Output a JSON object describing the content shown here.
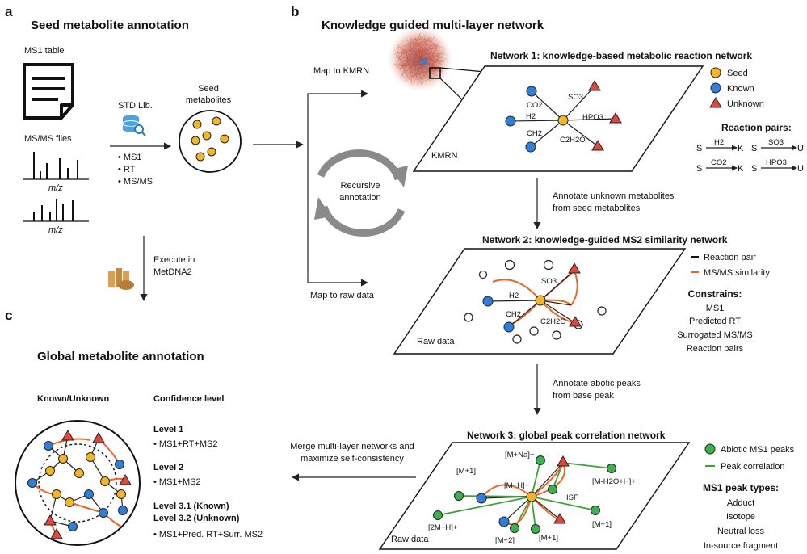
{
  "panel_a": {
    "letter": "a",
    "title": "Seed metabolite annotation",
    "ms1_table": "MS1 table",
    "msms_files": "MS/MS files",
    "mz_label": "m/z",
    "std_lib": "STD Lib.",
    "std_items": [
      "• MS1",
      "• RT",
      "• MS/MS"
    ],
    "seed_label_1": "Seed",
    "seed_label_2": "metabolites",
    "execute_1": "Execute in",
    "execute_2": "MetDNA2"
  },
  "panel_b": {
    "letter": "b",
    "title": "Knowledge guided multi-layer network",
    "map_kmrn": "Map to KMRN",
    "map_raw": "Map to raw data",
    "recursive_1": "Recursive",
    "recursive_2": "annotation",
    "network1": {
      "title": "Network 1: knowledge-based metabolic reaction network",
      "plane_label": "KMRN",
      "edges": [
        "CO2",
        "H2",
        "CH2",
        "SO3",
        "HPO3",
        "C2H2O"
      ],
      "legend": [
        "Seed",
        "Known",
        "Unknown"
      ],
      "reaction_pairs_title": "Reaction pairs:",
      "pairs": [
        {
          "s": "S",
          "r1": "H2",
          "k": "K",
          "s2": "S",
          "r2": "SO3",
          "u": "U"
        },
        {
          "s": "S",
          "r1": "CO2",
          "k": "K",
          "s2": "S",
          "r2": "HPO3",
          "u": "U"
        }
      ]
    },
    "annotate_unknown_1": "Annotate unknown metabolites",
    "annotate_unknown_2": "from seed metabolites",
    "network2": {
      "title": "Network 2:  knowledge-guided MS2 similarity network",
      "plane_label": "Raw data",
      "edges": [
        "SO3",
        "H2",
        "CH2",
        "C2H2O"
      ],
      "legend": [
        "Reaction pair",
        "MS/MS similarity"
      ],
      "constrains_title": "Constrains:",
      "constrains": [
        "MS1",
        "Predicted RT",
        "Surrogated MS/MS",
        "Reaction pairs"
      ]
    },
    "annotate_abiotic_1": "Annotate abotic peaks",
    "annotate_abiotic_2": "from base peak",
    "network3": {
      "title": "Network 3: global peak correlation network",
      "plane_label": "Raw data",
      "peaks": [
        "[M+Na]+",
        "[M+1]",
        "[M+H]+",
        "ISF",
        "[M-H2O+H]+",
        "[2M+H]+",
        "[M+2]",
        "[M+1]",
        "[M+1]"
      ],
      "legend": [
        "Abiotic MS1 peaks",
        "Peak correlation"
      ],
      "types_title": "MS1 peak types:",
      "types": [
        "Adduct",
        "Isotope",
        "Neutral loss",
        "In-source fragment"
      ]
    },
    "merge_1": "Merge multi-layer networks and",
    "merge_2": "maximize self-consistency"
  },
  "panel_c": {
    "letter": "c",
    "title": "Global metabolite annotation",
    "col1": "Known/Unknown",
    "col2": "Confidence level",
    "levels": [
      {
        "name": "Level 1",
        "desc": "• MS1+RT+MS2"
      },
      {
        "name": "Level 2",
        "desc": "• MS1+MS2"
      }
    ],
    "level3a": "Level 3.1 (Known)",
    "level3b": "Level 3.2 (Unknown)",
    "level3_desc": "• MS1+Pred. RT+Surr. MS2"
  },
  "colors": {
    "seed": "#f5b529",
    "known": "#2f7ed8",
    "unknown": "#e0483c",
    "abiotic": "#3bb34a",
    "msms_similarity": "#e8682a",
    "peak_correlation": "#3aa535"
  }
}
